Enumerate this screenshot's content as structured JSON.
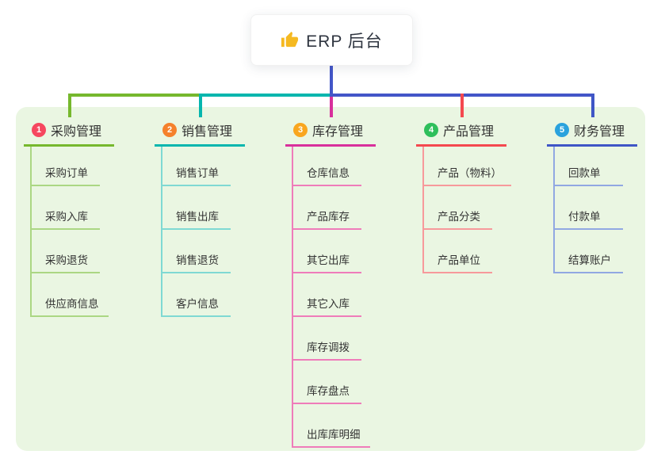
{
  "root": {
    "label": "ERP 后台",
    "icon": "thumbs-up-icon",
    "icon_color": "#f5b921"
  },
  "colors": {
    "panel_bg": "#eaf6e2",
    "stem_blue": "#4356c8"
  },
  "branches": [
    {
      "index": "1",
      "title": "采购管理",
      "badge_color": "#f6475f",
      "line_color": "#76b82d",
      "child_line_color": "#abd783",
      "children": [
        "采购订单",
        "采购入库",
        "采购退货",
        "供应商信息"
      ]
    },
    {
      "index": "2",
      "title": "销售管理",
      "badge_color": "#f5812c",
      "line_color": "#06b6ae",
      "child_line_color": "#7fd9d3",
      "children": [
        "销售订单",
        "销售出库",
        "销售退货",
        "客户信息"
      ]
    },
    {
      "index": "3",
      "title": "库存管理",
      "badge_color": "#f9a61f",
      "line_color": "#d8309c",
      "child_line_color": "#ef7cba",
      "children": [
        "仓库信息",
        "产品库存",
        "其它出库",
        "其它入库",
        "库存调拨",
        "库存盘点",
        "出库库明细"
      ]
    },
    {
      "index": "4",
      "title": "产品管理",
      "badge_color": "#2ebf5b",
      "line_color": "#f4494f",
      "child_line_color": "#f7999b",
      "children": [
        "产品（物料）",
        "产品分类",
        "产品单位"
      ]
    },
    {
      "index": "5",
      "title": "财务管理",
      "badge_color": "#2aa2dd",
      "line_color": "#3f56c6",
      "child_line_color": "#91a8e2",
      "children": [
        "回款单",
        "付款单",
        "结算账户"
      ]
    }
  ]
}
